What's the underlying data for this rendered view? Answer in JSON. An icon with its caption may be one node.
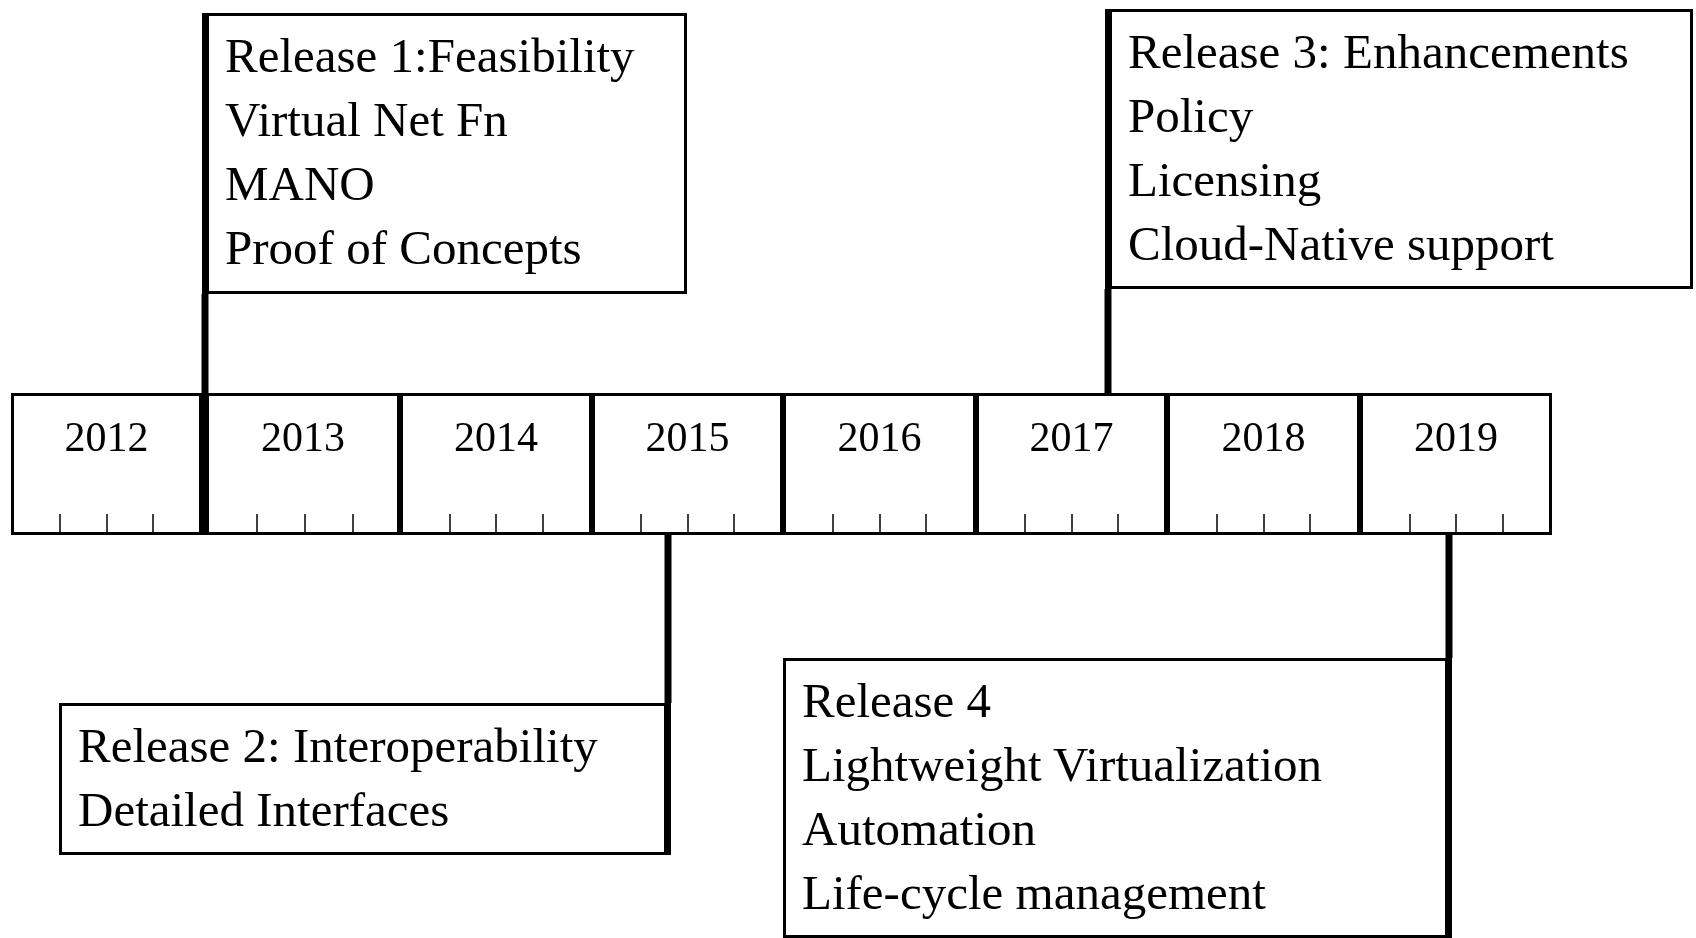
{
  "diagram": {
    "nodes": [
      {
        "text": [
          "Release 1:Feasibility",
          "Virtual Net Fn",
          "MANO",
          "Proof of Concepts"
        ]
      },
      {
        "text": [
          "Release 3: Enhancements",
          "Policy",
          "Licensing",
          "Cloud-Native support"
        ]
      },
      {
        "text": [
          "2012"
        ]
      },
      {
        "text": [
          "2013"
        ]
      },
      {
        "text": [
          "2014"
        ]
      },
      {
        "text": [
          "2015"
        ]
      },
      {
        "text": [
          "2016"
        ]
      },
      {
        "text": [
          "2017"
        ]
      },
      {
        "text": [
          "2018"
        ]
      },
      {
        "text": [
          "2019"
        ]
      },
      {
        "text": [
          "Release 2: Interoperability",
          "Detailed Interfaces"
        ]
      },
      {
        "text": [
          "Release 4",
          "Lightweight Virtualization",
          "Automation",
          "Life-cycle management"
        ]
      }
    ],
    "edges": [
      {
        "from": 0,
        "to": 3,
        "arrow": "none"
      },
      {
        "from": 1,
        "to": 7,
        "arrow": "none"
      },
      {
        "from": 5,
        "to": 10,
        "arrow": "none"
      },
      {
        "from": 9,
        "to": 11,
        "arrow": "none"
      }
    ]
  }
}
